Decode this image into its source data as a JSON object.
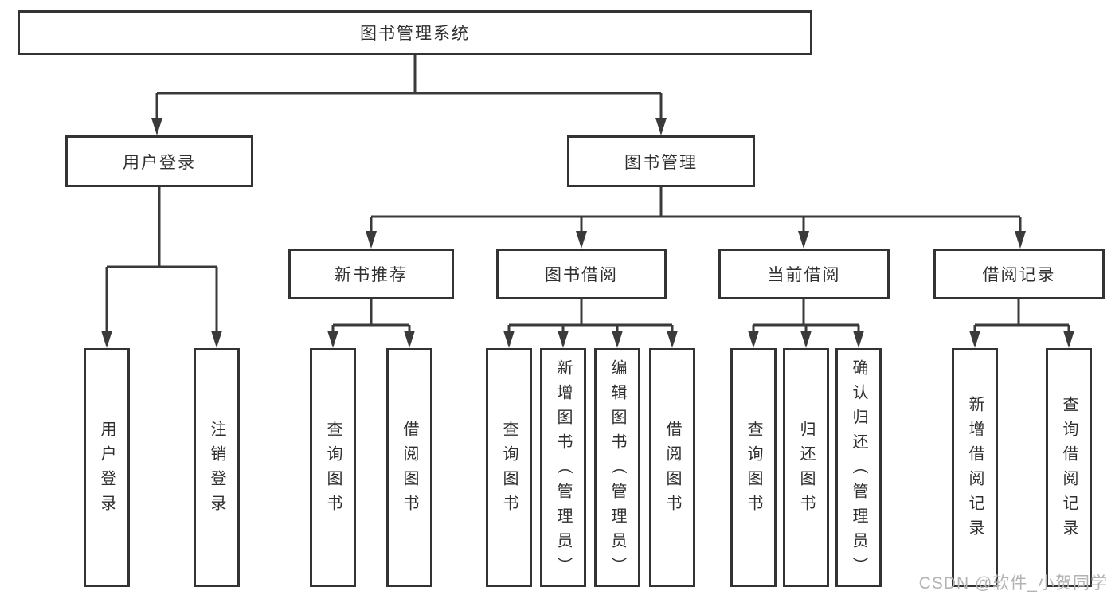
{
  "diagram": {
    "root": {
      "label": "图书管理系统"
    },
    "level1": {
      "user_login": {
        "label": "用户登录"
      },
      "book_management": {
        "label": "图书管理"
      }
    },
    "level2": {
      "new_book_recommend": {
        "label": "新书推荐"
      },
      "book_borrowing": {
        "label": "图书借阅"
      },
      "current_borrowing": {
        "label": "当前借阅"
      },
      "borrowing_records": {
        "label": "借阅记录"
      }
    },
    "leaves": {
      "user_login_children": [
        "用户登录",
        "注销登录"
      ],
      "new_book_recommend_children": [
        "查询图书",
        "借阅图书"
      ],
      "book_borrowing_children": [
        "查询图书",
        "新增图书（管理员）",
        "编辑图书（管理员）",
        "借阅图书"
      ],
      "current_borrowing_children": [
        "查询图书",
        "归还图书",
        "确认归还（管理员）"
      ],
      "borrowing_records_children": [
        "新增借阅记录",
        "查询借阅记录"
      ]
    }
  },
  "watermark": {
    "text": "CSDN @软件_小贺同学"
  },
  "colors": {
    "line": "#3a3a3a",
    "box_border": "#333333",
    "box_fill": "#ffffff",
    "text": "#2f2f2f",
    "watermark": "#b3b3b3",
    "bg": "#ffffff"
  }
}
